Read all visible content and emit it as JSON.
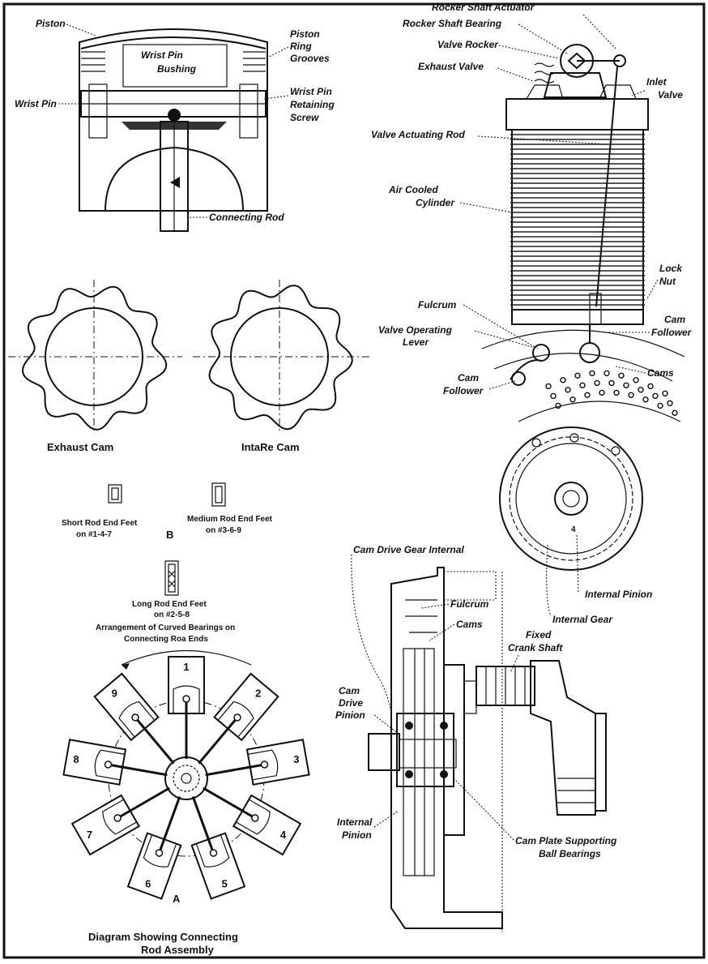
{
  "piston_section": {
    "piston": "Piston",
    "wrist_pin_bushing_1": "Wrist Pin",
    "wrist_pin_bushing_2": "Bushing",
    "piston_ring_grooves_1": "Piston",
    "piston_ring_grooves_2": "Ring",
    "piston_ring_grooves_3": "Grooves",
    "wrist_pin": "Wrist Pin",
    "retaining_screw_1": "Wrist Pin",
    "retaining_screw_2": "Retaining",
    "retaining_screw_3": "Screw",
    "connecting_rod": "Connecting Rod"
  },
  "cylinder_view": {
    "rocker_shaft_actuator": "Rocker Shaft Actuator",
    "rocker_shaft_bearing": "Rocker Shaft Bearing",
    "valve_rocker": "Valve Rocker",
    "exhaust_valve": "Exhaust Valve",
    "inlet_valve_1": "Inlet",
    "inlet_valve_2": "Valve",
    "valve_actuating_rod": "Valve Actuating Rod",
    "air_cooled_1": "Air Cooled",
    "air_cooled_2": "Cylinder",
    "lock_nut_1": "Lock",
    "lock_nut_2": "Nut",
    "fulcrum": "Fulcrum",
    "cam_follower_r1": "Cam",
    "cam_follower_r2": "Follower",
    "valve_lever_1": "Valve Operating",
    "valve_lever_2": "Lever",
    "cams": "Cams",
    "cam_follower_l1": "Cam",
    "cam_follower_l2": "Follower"
  },
  "cams_view": {
    "exhaust_cam": "Exhaust Cam",
    "intake_cam": "IntaRe Cam"
  },
  "rod_ends": {
    "short_1": "Short Rod End Feet",
    "short_2": "on #1-4-7",
    "medium_1": "Medium Rod End Feet",
    "medium_2": "on #3-6-9",
    "letter_b": "B",
    "long_1": "Long Rod End Feet",
    "long_2": "on #2-5-8",
    "caption_1": "Arrangement of Curved Bearings on",
    "caption_2": "Connecting Roa Ends"
  },
  "gear_view": {
    "internal_pinion": "Internal Pinion",
    "internal_gear": "Internal Gear",
    "small_mark": "4"
  },
  "drive_section": {
    "cam_drive_gear_internal": "Cam Drive Gear Internal",
    "fulcrum": "Fulcrum",
    "cams": "Cams",
    "fixed_1": "Fixed",
    "fixed_2": "Crank Shaft",
    "cam_drive_1": "Cam",
    "cam_drive_2": "Drive",
    "cam_drive_3": "Pinion",
    "internal_pinion_1": "Internal",
    "internal_pinion_2": "Pinion",
    "bearings_1": "Cam Plate Supporting",
    "bearings_2": "Ball Bearings"
  },
  "rod_assembly": {
    "numbers": [
      "1",
      "2",
      "3",
      "4",
      "5",
      "6",
      "7",
      "8",
      "9"
    ],
    "letter_a": "A",
    "caption_1": "Diagram Showing Connecting",
    "caption_2": "Rod Assembly"
  }
}
